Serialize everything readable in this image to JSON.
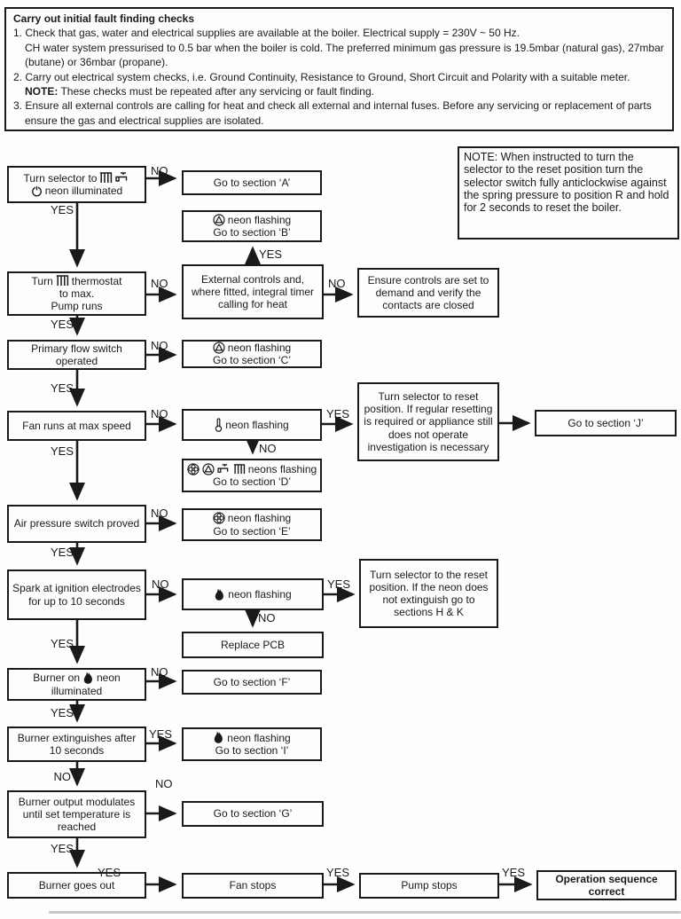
{
  "header": {
    "title": "Carry out initial fault finding checks",
    "note_prefix": "NOTE:",
    "lines": [
      {
        "text": "1. Check that gas, water and electrical supplies are available at the boiler. Electrical supply = 230V ~ 50 Hz."
      },
      {
        "text": "CH water system pressurised to 0.5 bar when the boiler is cold. The preferred minimum gas pressure is 19.5mbar (natural gas), 27mbar"
      },
      {
        "text": "(butane) or 36mbar (propane)."
      },
      {
        "text": "2. Carry out electrical system checks, i.e. Ground Continuity, Resistance to Ground, Short Circuit and Polarity with a suitable meter."
      },
      {
        "text": " These checks must be repeated after any servicing or fault finding."
      },
      {
        "text": "3. Ensure all external controls are calling for heat and check all external and internal fuses. Before any servicing or replacement of parts"
      },
      {
        "text": "ensure the gas and electrical supplies are isolated."
      }
    ]
  },
  "note_box": {
    "text": "NOTE: When instructed to turn the selector to the reset position turn the selector switch fully anticlockwise against the spring pressure to position R and hold for 2 seconds to reset the boiler."
  },
  "labels": {
    "yes": "YES",
    "no": "NO"
  },
  "icons": {
    "radiator": "central-heating radiator symbol",
    "tap": "hot-water tap symbol",
    "power": "power-on neon symbol",
    "warning": "triangle-in-circle warning neon symbol",
    "fan": "fan neon symbol",
    "thermometer": "temperature neon symbol",
    "flame": "burner flame neon symbol"
  },
  "boxes": {
    "selector": {
      "l1": "Turn selector to",
      "l2": "neon illuminated"
    },
    "goA": {
      "text": "Go to section ‘A’"
    },
    "flashB": {
      "l1": "neon flashing",
      "l2": "Go to section ‘B’"
    },
    "thermostat": {
      "l1a": "Turn",
      "l1b": "thermostat",
      "l2": "to max.",
      "l3": "Pump runs"
    },
    "extControls": {
      "text": "External controls and, where fitted, integral timer calling for heat"
    },
    "ensureControls": {
      "text": "Ensure controls are set to demand and verify the contacts are closed"
    },
    "primaryFlow": {
      "text": "Primary flow switch operated"
    },
    "flashC": {
      "l1": "neon flashing",
      "l2": "Go to section ‘C’"
    },
    "fanRuns": {
      "text": "Fan runs at max speed"
    },
    "thermFlash": {
      "l1": "neon flashing"
    },
    "reset1": {
      "text": "Turn selector to reset position. If regular resetting is required or appliance still does not operate investigation is necessary"
    },
    "goJ": {
      "text": "Go to section ‘J’"
    },
    "flashD": {
      "l1": "neons flashing",
      "l2": "Go to section ‘D’"
    },
    "airPressure": {
      "text": "Air pressure switch proved"
    },
    "flashE": {
      "l1": "neon flashing",
      "l2": "Go to section ‘E’"
    },
    "spark": {
      "text": "Spark at ignition electrodes for up to 10 seconds"
    },
    "flameFlash": {
      "l1": "neon flashing"
    },
    "reset2": {
      "text": "Turn selector to the reset position. If the neon does not extinguish go to sections H & K"
    },
    "replacePCB": {
      "text": "Replace PCB"
    },
    "burnerOn": {
      "l1a": "Burner on",
      "l1b": "neon",
      "l2": "illuminated"
    },
    "goF": {
      "text": "Go to section ‘F’"
    },
    "burnerExt": {
      "text": "Burner extinguishes after 10 seconds"
    },
    "flashI": {
      "l1": "neon flashing",
      "l2": "Go to section ‘I’"
    },
    "burnerOutput": {
      "text": "Burner output modulates until set temperature is reached"
    },
    "goG": {
      "text": "Go to section ‘G’"
    },
    "burnerGoesOut": {
      "text": "Burner goes out"
    },
    "fanStops": {
      "text": "Fan stops"
    },
    "pumpStops": {
      "text": "Pump stops"
    },
    "opSeq": {
      "text": "Operation sequence correct"
    }
  }
}
